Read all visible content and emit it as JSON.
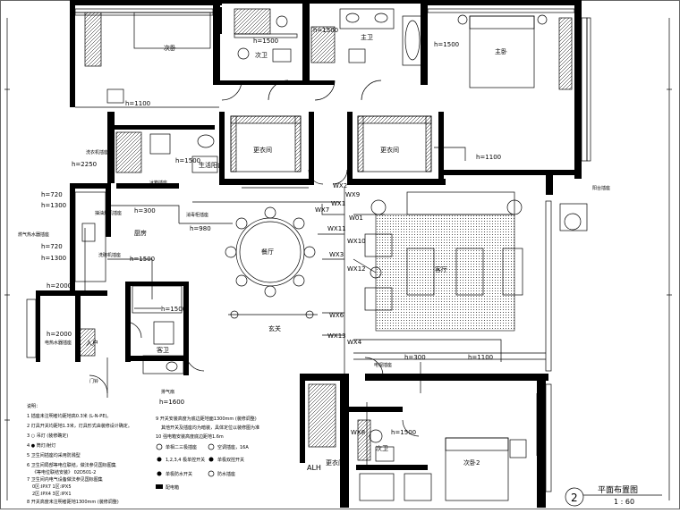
{
  "rooms": {
    "secondary_bedroom": "次卧",
    "secondary_bath": "次卫",
    "master_bath": "主卫",
    "master_bedroom": "主卧",
    "closet_left": "更衣间",
    "closet_right": "更衣间",
    "kitchen_label": "厨房",
    "balcony_small": "生活阳台",
    "dining": "餐厅",
    "living": "客厅",
    "entry": "入户",
    "foyer": "玄关",
    "powder_room": "客卫",
    "secondary_bedroom_2": "次卧2",
    "closet_bottom": "更衣间",
    "bath_bottom": "次卫"
  },
  "heights": {
    "h1500_top_a": "h=1500",
    "h1500_top_b": "h=1500",
    "h1500_master": "h=1500",
    "h1100_left": "h=1100",
    "h2250": "h=2250",
    "h1500_kitchen": "h=1500",
    "h1100_right": "h=1100",
    "h720_a": "h=720",
    "h1300_a": "h=1300",
    "h300_a": "h=300",
    "h980": "h=980",
    "h720_b": "h=720",
    "h1300_b": "h=1300",
    "h1500_c": "h=1500",
    "h2000": "h=2000",
    "h1500_d": "h=1500",
    "h1600": "h=1600",
    "h2000_b": "h=2000",
    "h300_b": "h=300",
    "h1100_c": "h=1100",
    "h1500_bottom": "h=1500"
  },
  "circuit_tags": {
    "w2": "WX2",
    "w1": "WX1",
    "w6": "WX6",
    "w7": "WX7",
    "w01": "W01",
    "w10": "WX10",
    "w11": "WX11",
    "w3": "WX3",
    "w12": "WX12",
    "w9": "WX9",
    "w13": "WX13",
    "w4": "WX4",
    "w8": "WX8",
    "alh": "ALH"
  },
  "notes": {
    "heading": "说明：",
    "n1": "1  插座未注明者均距地高0.3米 (L-N-PE)。",
    "n2": "2  灯具开关均距地1.3米，灯具形式由装修设计确定。",
    "n3": "3  ○ 吊灯 (装修确定)",
    "n4": "4  ● 筒灯/射灯",
    "n5": "5  卫生间插座均采用防溅型",
    "n6": "6  卫生间局部等电位联结，做法参见国标图集",
    "n6b": "《等电位联结安装》 02D501-2",
    "n7": "7  卫生间内电气设备做法参见国标图集",
    "n8a": "0区:IPX7 1区:IPX5",
    "n8b": "2区:IPX4 3区:IPX1",
    "n8c": "8  开关高度未注明者距地1300mm (装修调整)",
    "n9": "9  开关安装高度为底边距地面1300mm (装修调整)",
    "n9b": "其他开关及插座均为暗装，具体定位以装修图为准",
    "n10": "10  强电箱安装高度底边距地1.6m",
    "legend_a": "单相二三极插座",
    "legend_b": "空调插座，16A",
    "legend_c": "1,2,3,4 极单控开关",
    "legend_d": "单极双控开关",
    "legend_e": "单极防水开关",
    "legend_f": "防水插座",
    "legend_g": "配电箱"
  },
  "side_labels": {
    "balcony_right": "阳台插座",
    "l_a": "洗衣机插座",
    "l_b": "冰箱插座",
    "l_c": "抽油烟机插座",
    "l_d": "燃气热水器插座",
    "l_e": "洗碗机插座",
    "l_f": "消毒柜插座",
    "l_g": "排气扇",
    "l_h": "电视插座",
    "l_i": "电热水器插座",
    "l_j": "门铃"
  },
  "title_block": {
    "number": "2",
    "caption": "平面布置图",
    "scale": "1 : 60"
  }
}
